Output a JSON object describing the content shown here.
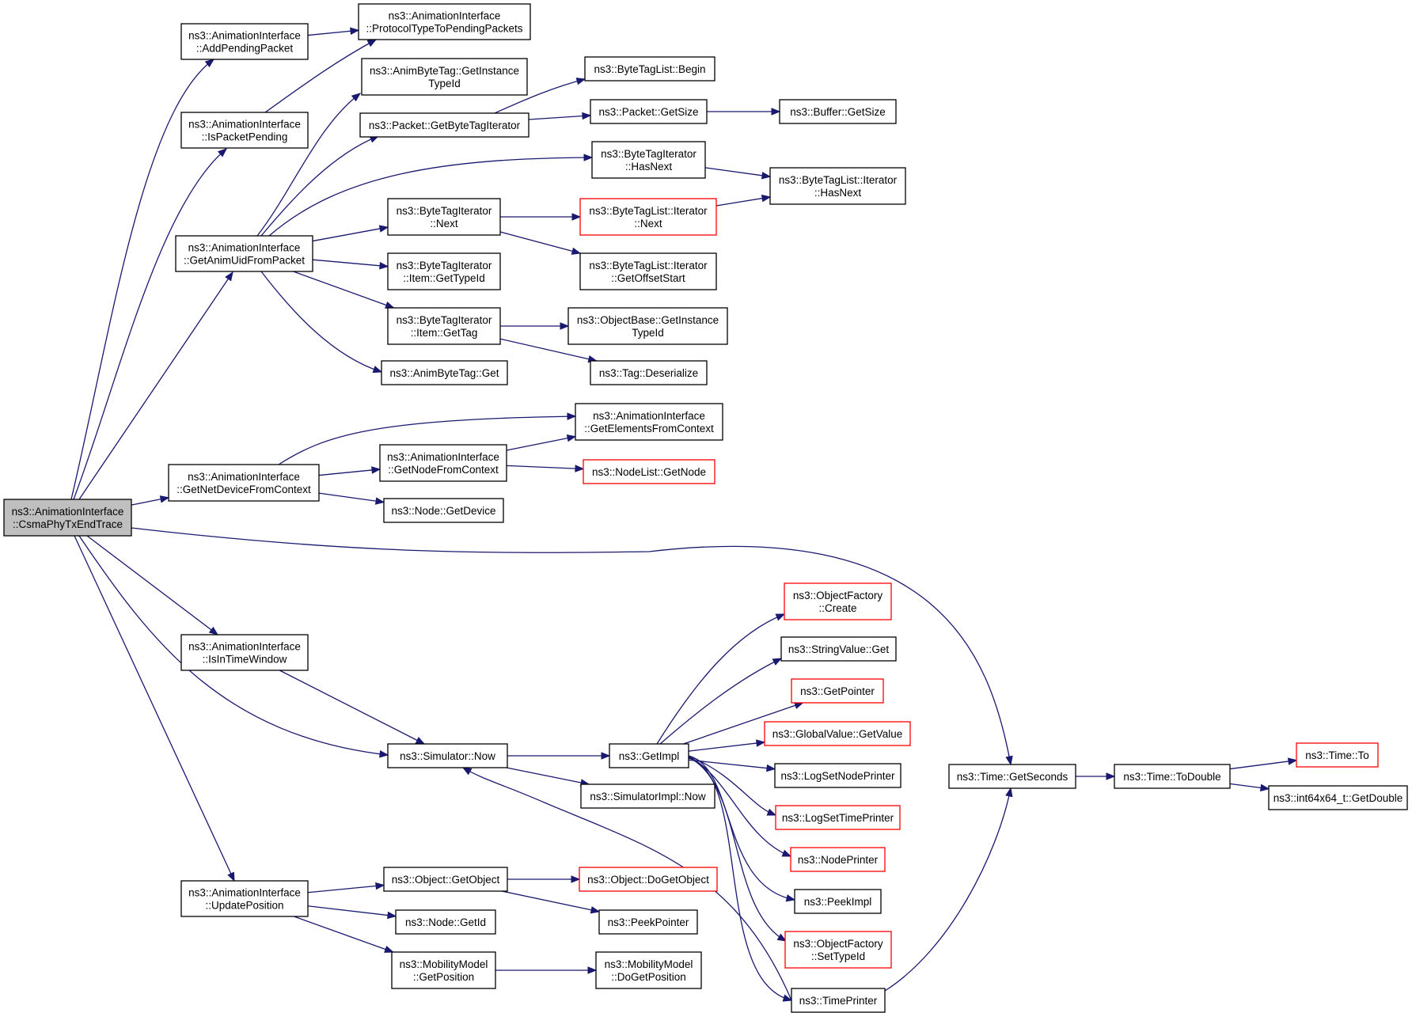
{
  "nodes": [
    {
      "id": "root",
      "lines": [
        "ns3::AnimationInterface",
        "::CsmaPhyTxEndTrace"
      ],
      "style": "root"
    },
    {
      "id": "add_pending",
      "lines": [
        "ns3::AnimationInterface",
        "::AddPendingPacket"
      ],
      "style": "normal"
    },
    {
      "id": "proto_pending",
      "lines": [
        "ns3::AnimationInterface",
        "::ProtocolTypeToPendingPackets"
      ],
      "style": "normal"
    },
    {
      "id": "is_pending",
      "lines": [
        "ns3::AnimationInterface",
        "::IsPacketPending"
      ],
      "style": "normal"
    },
    {
      "id": "anim_uid",
      "lines": [
        "ns3::AnimationInterface",
        "::GetAnimUidFromPacket"
      ],
      "style": "normal"
    },
    {
      "id": "abt_typeid",
      "lines": [
        "ns3::AnimByteTag::GetInstance",
        "TypeId"
      ],
      "style": "normal"
    },
    {
      "id": "pkt_bti",
      "lines": [
        "ns3::Packet::GetByteTagIterator"
      ],
      "style": "normal"
    },
    {
      "id": "btl_begin",
      "lines": [
        "ns3::ByteTagList::Begin"
      ],
      "style": "normal"
    },
    {
      "id": "pkt_size",
      "lines": [
        "ns3::Packet::GetSize"
      ],
      "style": "normal"
    },
    {
      "id": "buf_size",
      "lines": [
        "ns3::Buffer::GetSize"
      ],
      "style": "normal"
    },
    {
      "id": "bti_hasnext",
      "lines": [
        "ns3::ByteTagIterator",
        "::HasNext"
      ],
      "style": "normal"
    },
    {
      "id": "btli_hasnext",
      "lines": [
        "ns3::ByteTagList::Iterator",
        "::HasNext"
      ],
      "style": "normal"
    },
    {
      "id": "bti_next",
      "lines": [
        "ns3::ByteTagIterator",
        "::Next"
      ],
      "style": "normal"
    },
    {
      "id": "btli_next",
      "lines": [
        "ns3::ByteTagList::Iterator",
        "::Next"
      ],
      "style": "red"
    },
    {
      "id": "btli_offset",
      "lines": [
        "ns3::ByteTagList::Iterator",
        "::GetOffsetStart"
      ],
      "style": "normal"
    },
    {
      "id": "btii_typeid",
      "lines": [
        "ns3::ByteTagIterator",
        "::Item::GetTypeId"
      ],
      "style": "normal"
    },
    {
      "id": "btii_gettag",
      "lines": [
        "ns3::ByteTagIterator",
        "::Item::GetTag"
      ],
      "style": "normal"
    },
    {
      "id": "ob_typeid",
      "lines": [
        "ns3::ObjectBase::GetInstance",
        "TypeId"
      ],
      "style": "normal"
    },
    {
      "id": "tag_deser",
      "lines": [
        "ns3::Tag::Deserialize"
      ],
      "style": "normal"
    },
    {
      "id": "abt_get",
      "lines": [
        "ns3::AnimByteTag::Get"
      ],
      "style": "normal"
    },
    {
      "id": "elems_ctx",
      "lines": [
        "ns3::AnimationInterface",
        "::GetElementsFromContext"
      ],
      "style": "normal"
    },
    {
      "id": "netdev_ctx",
      "lines": [
        "ns3::AnimationInterface",
        "::GetNetDeviceFromContext"
      ],
      "style": "normal"
    },
    {
      "id": "node_ctx",
      "lines": [
        "ns3::AnimationInterface",
        "::GetNodeFromContext"
      ],
      "style": "normal"
    },
    {
      "id": "nl_getnode",
      "lines": [
        "ns3::NodeList::GetNode"
      ],
      "style": "red"
    },
    {
      "id": "node_getdev",
      "lines": [
        "ns3::Node::GetDevice"
      ],
      "style": "normal"
    },
    {
      "id": "of_create",
      "lines": [
        "ns3::ObjectFactory",
        "::Create"
      ],
      "style": "red"
    },
    {
      "id": "sv_get",
      "lines": [
        "ns3::StringValue::Get"
      ],
      "style": "normal"
    },
    {
      "id": "get_pointer",
      "lines": [
        "ns3::GetPointer"
      ],
      "style": "red"
    },
    {
      "id": "gv_getvalue",
      "lines": [
        "ns3::GlobalValue::GetValue"
      ],
      "style": "red"
    },
    {
      "id": "in_timewin",
      "lines": [
        "ns3::AnimationInterface",
        "::IsInTimeWindow"
      ],
      "style": "normal"
    },
    {
      "id": "sim_now",
      "lines": [
        "ns3::Simulator::Now"
      ],
      "style": "normal"
    },
    {
      "id": "get_impl",
      "lines": [
        "ns3::GetImpl"
      ],
      "style": "normal"
    },
    {
      "id": "lsnp",
      "lines": [
        "ns3::LogSetNodePrinter"
      ],
      "style": "normal"
    },
    {
      "id": "time_getsec",
      "lines": [
        "ns3::Time::GetSeconds"
      ],
      "style": "normal"
    },
    {
      "id": "time_todouble",
      "lines": [
        "ns3::Time::ToDouble"
      ],
      "style": "normal"
    },
    {
      "id": "time_to",
      "lines": [
        "ns3::Time::To"
      ],
      "style": "red"
    },
    {
      "id": "i64_getdouble",
      "lines": [
        "ns3::int64x64_t::GetDouble"
      ],
      "style": "normal"
    },
    {
      "id": "simimpl_now",
      "lines": [
        "ns3::SimulatorImpl::Now"
      ],
      "style": "normal"
    },
    {
      "id": "lstp",
      "lines": [
        "ns3::LogSetTimePrinter"
      ],
      "style": "red"
    },
    {
      "id": "node_printer",
      "lines": [
        "ns3::NodePrinter"
      ],
      "style": "red"
    },
    {
      "id": "peek_impl",
      "lines": [
        "ns3::PeekImpl"
      ],
      "style": "normal"
    },
    {
      "id": "update_pos",
      "lines": [
        "ns3::AnimationInterface",
        "::UpdatePosition"
      ],
      "style": "normal"
    },
    {
      "id": "obj_getobj",
      "lines": [
        "ns3::Object::GetObject"
      ],
      "style": "normal"
    },
    {
      "id": "obj_dogetobj",
      "lines": [
        "ns3::Object::DoGetObject"
      ],
      "style": "red"
    },
    {
      "id": "of_settypeid",
      "lines": [
        "ns3::ObjectFactory",
        "::SetTypeId"
      ],
      "style": "red"
    },
    {
      "id": "node_getid",
      "lines": [
        "ns3::Node::GetId"
      ],
      "style": "normal"
    },
    {
      "id": "peek_pointer",
      "lines": [
        "ns3::PeekPointer"
      ],
      "style": "normal"
    },
    {
      "id": "mm_getpos",
      "lines": [
        "ns3::MobilityModel",
        "::GetPosition"
      ],
      "style": "normal"
    },
    {
      "id": "mm_dogetpos",
      "lines": [
        "ns3::MobilityModel",
        "::DoGetPosition"
      ],
      "style": "normal"
    },
    {
      "id": "time_printer",
      "lines": [
        "ns3::TimePrinter"
      ],
      "style": "normal"
    }
  ],
  "edges": [
    [
      "root",
      "add_pending"
    ],
    [
      "root",
      "is_pending"
    ],
    [
      "root",
      "anim_uid"
    ],
    [
      "root",
      "netdev_ctx"
    ],
    [
      "root",
      "time_getsec"
    ],
    [
      "root",
      "in_timewin"
    ],
    [
      "root",
      "sim_now"
    ],
    [
      "root",
      "update_pos"
    ],
    [
      "add_pending",
      "proto_pending"
    ],
    [
      "is_pending",
      "proto_pending"
    ],
    [
      "anim_uid",
      "abt_typeid"
    ],
    [
      "anim_uid",
      "pkt_bti"
    ],
    [
      "anim_uid",
      "bti_hasnext"
    ],
    [
      "anim_uid",
      "bti_next"
    ],
    [
      "anim_uid",
      "btii_typeid"
    ],
    [
      "anim_uid",
      "btii_gettag"
    ],
    [
      "anim_uid",
      "abt_get"
    ],
    [
      "pkt_bti",
      "btl_begin"
    ],
    [
      "pkt_bti",
      "pkt_size"
    ],
    [
      "pkt_size",
      "buf_size"
    ],
    [
      "bti_hasnext",
      "btli_hasnext"
    ],
    [
      "bti_next",
      "btli_next"
    ],
    [
      "bti_next",
      "btli_offset"
    ],
    [
      "btli_next",
      "btli_hasnext"
    ],
    [
      "btii_gettag",
      "ob_typeid"
    ],
    [
      "btii_gettag",
      "tag_deser"
    ],
    [
      "netdev_ctx",
      "elems_ctx"
    ],
    [
      "netdev_ctx",
      "node_ctx"
    ],
    [
      "netdev_ctx",
      "node_getdev"
    ],
    [
      "node_ctx",
      "elems_ctx"
    ],
    [
      "node_ctx",
      "nl_getnode"
    ],
    [
      "in_timewin",
      "sim_now"
    ],
    [
      "sim_now",
      "get_impl"
    ],
    [
      "sim_now",
      "simimpl_now"
    ],
    [
      "get_impl",
      "of_create"
    ],
    [
      "get_impl",
      "sv_get"
    ],
    [
      "get_impl",
      "get_pointer"
    ],
    [
      "get_impl",
      "gv_getvalue"
    ],
    [
      "get_impl",
      "lsnp"
    ],
    [
      "get_impl",
      "lstp"
    ],
    [
      "get_impl",
      "node_printer"
    ],
    [
      "get_impl",
      "peek_impl"
    ],
    [
      "get_impl",
      "of_settypeid"
    ],
    [
      "get_impl",
      "time_printer"
    ],
    [
      "time_printer",
      "sim_now"
    ],
    [
      "time_printer",
      "time_getsec"
    ],
    [
      "time_getsec",
      "time_todouble"
    ],
    [
      "time_todouble",
      "time_to"
    ],
    [
      "time_todouble",
      "i64_getdouble"
    ],
    [
      "update_pos",
      "obj_getobj"
    ],
    [
      "update_pos",
      "node_getid"
    ],
    [
      "update_pos",
      "mm_getpos"
    ],
    [
      "obj_getobj",
      "obj_dogetobj"
    ],
    [
      "obj_getobj",
      "peek_pointer"
    ],
    [
      "mm_getpos",
      "mm_dogetpos"
    ]
  ]
}
